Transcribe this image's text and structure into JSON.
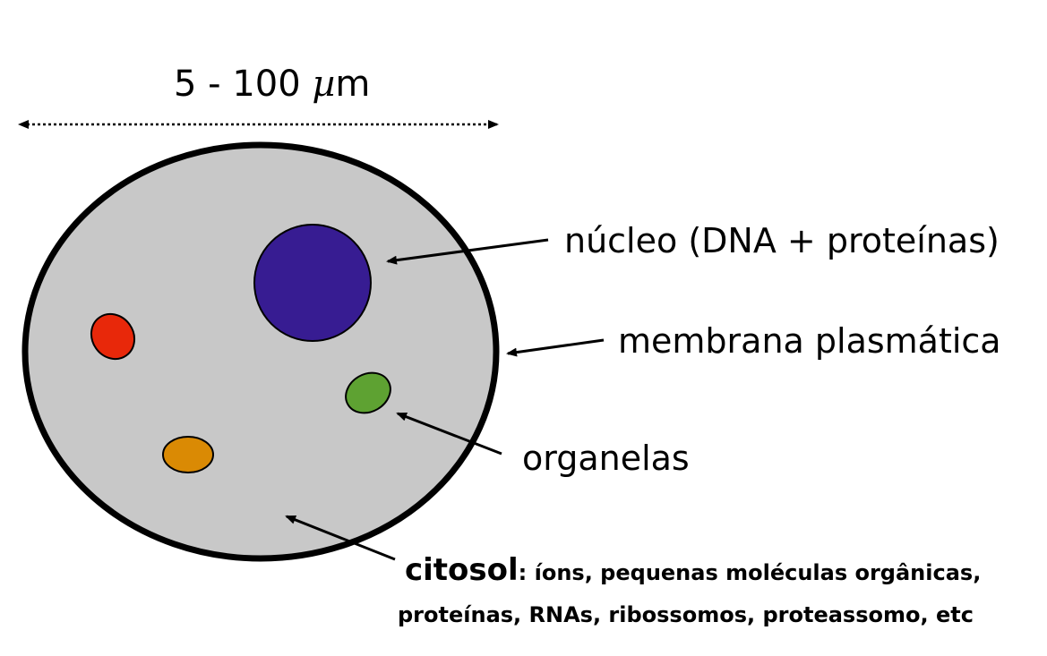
{
  "scale": {
    "value": "5 - 100",
    "unit_symbol": "µ",
    "unit_suffix": "m"
  },
  "labels": {
    "nucleus": "núcleo (DNA + proteínas)",
    "membrane": "membrana plasmática",
    "organelles": "organelas",
    "cytosol_head": "citosol",
    "cytosol_line1": ": íons, pequenas moléculas orgânicas,",
    "cytosol_line2": "proteínas, RNAs, ribossomos, proteassomo, etc"
  },
  "colors": {
    "cell_fill": "#c8c8c8",
    "cell_stroke": "#000000",
    "nucleus": "#371c92",
    "organelle_red": "#e8280a",
    "organelle_green": "#5ea232",
    "organelle_orange": "#da8a04"
  }
}
